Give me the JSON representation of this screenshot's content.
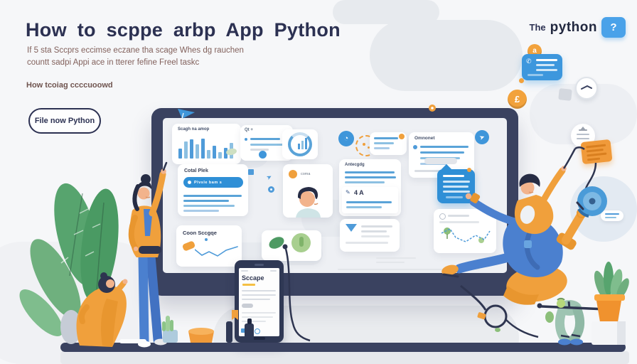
{
  "colors": {
    "background": "#f6f7f9",
    "navy": "#2c3152",
    "accent_blue": "#2f8fd6",
    "accent_orange": "#f0a03c",
    "leaf_green": "#57a46e",
    "desk": "#3a4260"
  },
  "header": {
    "title": "How to scppe arbp App Python",
    "subtitle_line1": "If 5 sta Sccprs eccimse eczane tha scage Whes dg rauchen",
    "subtitle_line2": "countt sadpi Appi ace in tterer fefine Freel taskc",
    "tagline": "How tcoiag ccccuoowd",
    "cta_label": "File now Python"
  },
  "brand": {
    "prefix": "The",
    "name": "python",
    "badge_label": "?"
  },
  "monitor": {
    "analytics_card": {
      "title": "Scagh na amop",
      "bars": [
        14,
        24,
        27,
        20,
        28,
        12,
        18,
        9,
        15,
        22
      ]
    },
    "stats_card": {
      "title": "Qt +"
    },
    "tasks_card": {
      "title": "Cotal Plek",
      "button_label": "Plvsle bam s"
    },
    "profile_card": {
      "label": "coma"
    },
    "editor_card": {
      "title": "Antecgdg",
      "format_label": "4 A"
    },
    "comments_card": {
      "title": "Omnonet"
    },
    "trend_card": {
      "title": "Coon Sccgqe"
    }
  },
  "phone": {
    "title": "Sccape"
  },
  "decor": {
    "coin1_label": "a",
    "coin2_label": "£"
  }
}
